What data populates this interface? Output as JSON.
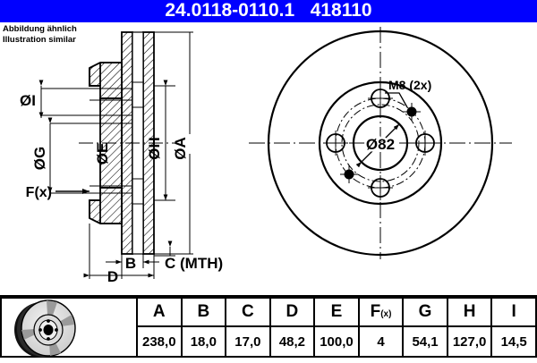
{
  "header": {
    "part_number": "24.0118-0110.1",
    "article_number": "418110",
    "title_line": "24.0118-0110.1   418110",
    "background_color": "#0000ff",
    "text_color": "#ffffff"
  },
  "notes": {
    "line_de": "Abbildung ähnlich",
    "line_en": "Illustration similar",
    "combined": "Abbildung ähnlich\nIllustration similar"
  },
  "section_view": {
    "labels": {
      "diameter_i": "ØI",
      "diameter_g": "ØG",
      "diameter_e": "ØE",
      "diameter_h": "ØH",
      "diameter_a": "ØA",
      "force": "F(x)",
      "dim_b": "B",
      "dim_c": "C (MTH)",
      "dim_d": "D"
    }
  },
  "front_view": {
    "labels": {
      "thread": "M8 (2x)",
      "center_bore": "Ø82"
    },
    "bolt_holes_count": 4,
    "thread_holes_count": 2
  },
  "table": {
    "columns": [
      "A",
      "B",
      "C",
      "D",
      "E",
      "F(x)",
      "G",
      "H",
      "I"
    ],
    "values": [
      "238,0",
      "18,0",
      "17,0",
      "48,2",
      "100,0",
      "4",
      "54,1",
      "127,0",
      "14,5"
    ],
    "fx_label_main": "F",
    "fx_label_sub": "(x)"
  },
  "thumbnail": {
    "name": "brake-disc-photo"
  }
}
